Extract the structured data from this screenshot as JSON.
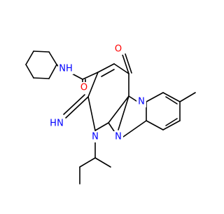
{
  "molecule": {
    "atom_labels": {
      "amide_nh": "NH",
      "amide_o": "O",
      "ketone_o": "O",
      "imine_n": "N",
      "imine_h": "H",
      "ring_n1": "N",
      "ring_n2": "N",
      "ring_n3": "N"
    },
    "colors": {
      "bond": "#000000",
      "nitrogen": "#0000ff",
      "oxygen": "#ff0000",
      "background": "#ffffff"
    }
  }
}
